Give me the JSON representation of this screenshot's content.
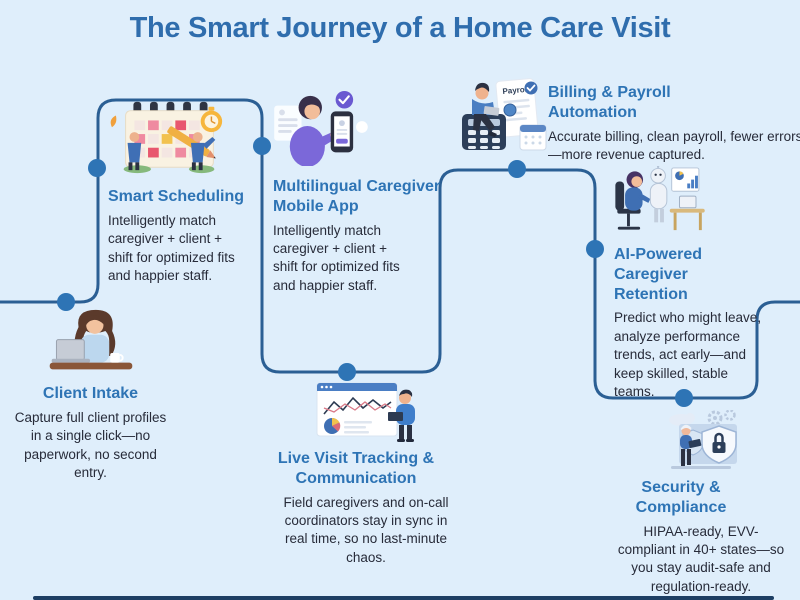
{
  "title": "The Smart Journey of a Home Care Visit",
  "colors": {
    "background": "#dfeefb",
    "journey_line": "#2b5f94",
    "journey_node": "#2e74b5",
    "heading": "#2e74b5",
    "body_text": "#272b39",
    "main_title": "#2f6dad",
    "footer_bar": "#1d3e63"
  },
  "steps": [
    {
      "id": "client-intake",
      "icon": "client-intake-woman-laptop-icon",
      "title": "Client Intake",
      "description": "Capture full client profiles in a single click—no paperwork, no second entry."
    },
    {
      "id": "smart-scheduling",
      "icon": "smart-scheduling-calendar-icon",
      "title": "Smart Scheduling",
      "description": "Intelligently match caregiver + client + shift for optimized fits and happier staff."
    },
    {
      "id": "multilingual-caregiver-mobile-app",
      "icon": "multilingual-mobile-app-icon",
      "title": "Multilingual Caregiver\nMobile App",
      "description": "Intelligently match caregiver + client + shift for optimized fits and happier staff."
    },
    {
      "id": "live-visit-tracking-communication",
      "icon": "live-visit-tracking-dashboard-icon",
      "title": "Live Visit Tracking &\nCommunication",
      "description": "Field caregivers and on-call coordinators stay in sync in real time, so no last-minute chaos."
    },
    {
      "id": "billing-payroll-automation",
      "icon": "billing-payroll-calculator-icon",
      "title": "Billing & Payroll\nAutomation",
      "description": "Accurate billing, clean payroll, fewer errors—more revenue captured.",
      "payroll_label": "Payroll"
    },
    {
      "id": "ai-powered-caregiver-retention",
      "icon": "ai-caregiver-retention-robot-icon",
      "title": "AI-Powered Caregiver\nRetention",
      "description": "Predict who might leave, analyze performance trends, act early—and keep skilled, stable teams."
    },
    {
      "id": "security-compliance",
      "icon": "security-compliance-shield-icon",
      "title": "Security &\nCompliance",
      "description": "HIPAA-ready, EVV-compliant in 40+ states—so you stay audit-safe and regulation-ready."
    }
  ]
}
